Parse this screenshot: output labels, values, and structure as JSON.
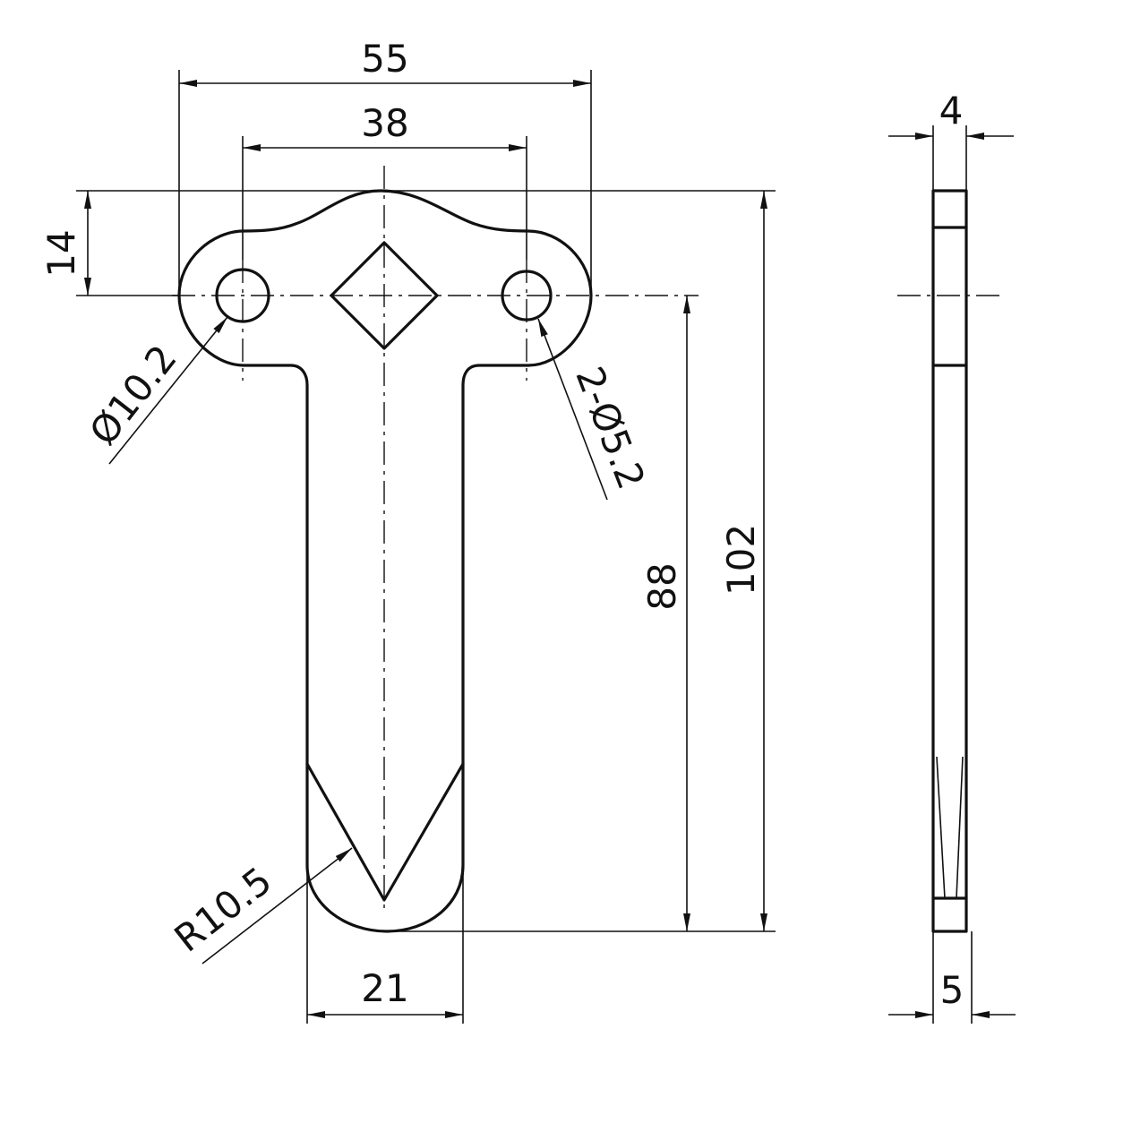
{
  "drawing": {
    "stroke_color": "#111111",
    "background": "#ffffff",
    "dimensions": {
      "overall_width": "55",
      "hole_spacing": "38",
      "head_height": "14",
      "total_length": "102",
      "hole_to_tip": "88",
      "shank_width": "21",
      "large_hole_dia": "Ø10.2",
      "small_holes": "2-Ø5.2",
      "tip_radius": "R10.5",
      "side_thickness_top": "4",
      "side_thickness_bottom": "5"
    }
  }
}
